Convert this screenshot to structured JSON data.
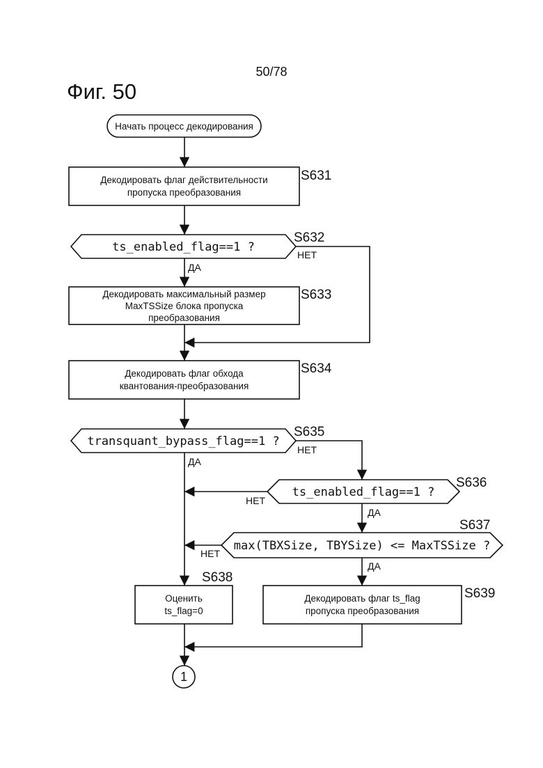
{
  "page_number": "50/78",
  "figure_title": "Фиг. 50",
  "start": {
    "label": "Начать процесс декодирования"
  },
  "steps": {
    "s631": {
      "id": "S631",
      "lines": [
        "Декодировать флаг действительности",
        "пропуска преобразования"
      ]
    },
    "s632": {
      "id": "S632",
      "condition": "ts_enabled_flag==1 ?",
      "yes": "ДА",
      "no": "НЕТ"
    },
    "s633": {
      "id": "S633",
      "lines": [
        "Декодировать максимальный размер",
        "MaxTSSize блока пропуска",
        "преобразования"
      ]
    },
    "s634": {
      "id": "S634",
      "lines": [
        "Декодировать флаг обхода",
        "квантования-преобразования"
      ]
    },
    "s635": {
      "id": "S635",
      "condition": "transquant_bypass_flag==1 ?",
      "yes": "ДА",
      "no": "НЕТ"
    },
    "s636": {
      "id": "S636",
      "condition": "ts_enabled_flag==1 ?",
      "yes": "ДА",
      "no": "НЕТ"
    },
    "s637": {
      "id": "S637",
      "condition": "max(TBXSize, TBYSize) <= MaxTSSize ?",
      "yes": "ДА",
      "no": "НЕТ"
    },
    "s638": {
      "id": "S638",
      "lines": [
        "Оценить",
        "ts_flag=0"
      ]
    },
    "s639": {
      "id": "S639",
      "lines": [
        "Декодировать флаг ts_flag",
        "пропуска преобразования"
      ]
    }
  },
  "connector": {
    "label": "1"
  }
}
